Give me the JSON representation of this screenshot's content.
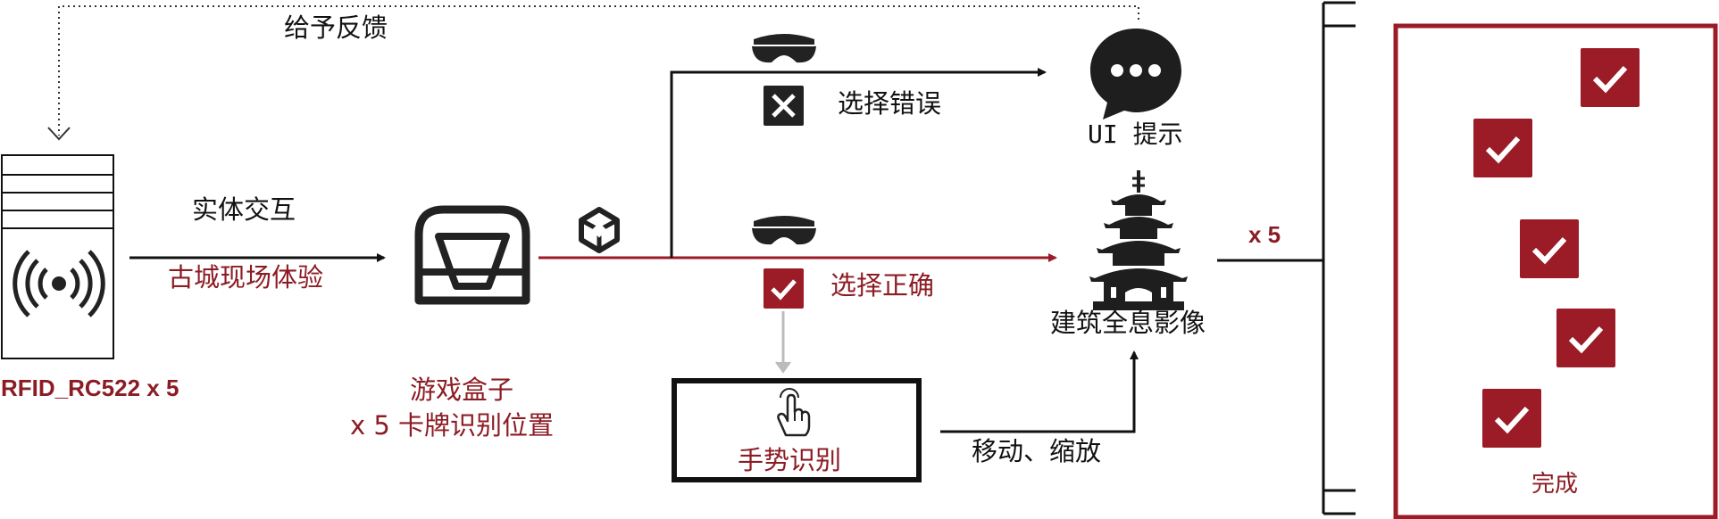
{
  "colors": {
    "accent": "#9b1b26",
    "text": "#111111",
    "dark": "#1a1a1a",
    "gray": "#bbbbbb"
  },
  "labels": {
    "feedback": "给予反馈",
    "physical_interaction": "实体交互",
    "ancient_city": "古城现场体验",
    "rfid": "RFID_RC522 x 5",
    "game_box": "游戏盒子",
    "card_recognition": "x 5 卡牌识别位置",
    "wrong_choice": "选择错误",
    "right_choice": "选择正确",
    "ui_hint": "UI 提示",
    "hologram": "建筑全息影像",
    "gesture": "手势识别",
    "move_zoom": "移动、缩放",
    "times_five": "x 5",
    "complete": "完成"
  },
  "icons": {
    "rfid": "rfid-reader-icon",
    "box": "tray-box-icon",
    "unity": "unity-logo-icon",
    "headset": "vr-headset-icon",
    "chat": "chat-bubble-icon",
    "pagoda": "pagoda-icon",
    "hand": "touch-hand-icon",
    "x": "x-mark-icon",
    "check": "checkmark-icon"
  }
}
